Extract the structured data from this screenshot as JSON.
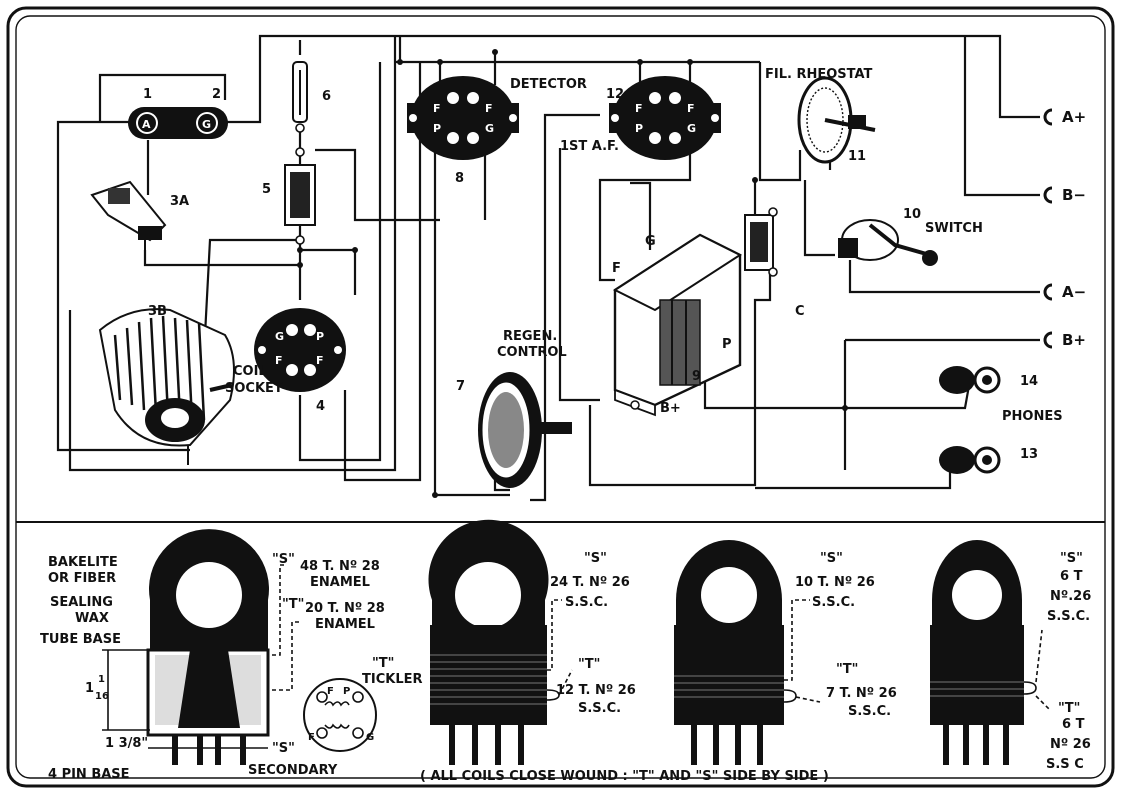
{
  "schematic": {
    "labels": {
      "n1": "1",
      "n2": "2",
      "a_pin": "A",
      "g_pin": "G",
      "n3a": "3A",
      "n3b": "3B",
      "n5": "5",
      "n6": "6",
      "n4": "4",
      "coil": "COIL",
      "socket": "SOCKET",
      "detector": "DETECTOR",
      "n8": "8",
      "n12": "12",
      "first_af": "1ST A.F.",
      "fil_rheostat": "FIL. RHEOSTAT",
      "n11": "11",
      "n10": "10",
      "switch": "SWITCH",
      "regen": "REGEN.",
      "control": "CONTROL",
      "n7": "7",
      "f": "F",
      "g": "G",
      "p": "P",
      "n9": "9",
      "bplus_t": "B+",
      "c": "C",
      "phones": "PHONES",
      "n14": "14",
      "n13": "13"
    },
    "terminals": [
      "A+",
      "B−",
      "A−",
      "B+"
    ],
    "socket_pins": {
      "f": "F",
      "g": "G",
      "p": "P"
    }
  },
  "coils": {
    "bakelite": "BAKELITE",
    "or_fiber": "OR FIBER",
    "sealing": "SEALING",
    "wax": "WAX",
    "tube_base": "TUBE BASE",
    "dim_h_whole": "1",
    "dim_h_num": "1",
    "dim_h_den": "16",
    "dim_w": "1 3/8\"",
    "four_pin": "4 PIN BASE",
    "s_mark": "\"S\"",
    "t_mark": "\"T\"",
    "coil1_s_1": "48 T. Nº 28",
    "coil1_s_2": "ENAMEL",
    "coil1_t_1": "20 T. Nº 28",
    "coil1_t_2": "ENAMEL",
    "tickler_t": "\"T\"",
    "tickler": "TICKLER",
    "secondary_s": "\"S\"",
    "secondary": "SECONDARY",
    "coil2_s_1": "24 T. Nº 26",
    "coil2_s_2": "S.S.C.",
    "coil2_t_1": "12 T. Nº 26",
    "coil2_t_2": "S.S.C.",
    "coil3_s_1": "10 T. Nº 26",
    "coil3_s_2": "S.S.C.",
    "coil3_t_1": "7 T. Nº 26",
    "coil3_t_2": "S.S.C.",
    "coil4_s_1": "6 T",
    "coil4_s_2": "Nº.26",
    "coil4_s_3": "S.S.C.",
    "coil4_t_1": "6 T",
    "coil4_t_2": "Nº 26",
    "coil4_t_3": "S.S C",
    "note": "( ALL COILS CLOSE WOUND : \"T\" AND \"S\" SIDE BY SIDE )"
  }
}
